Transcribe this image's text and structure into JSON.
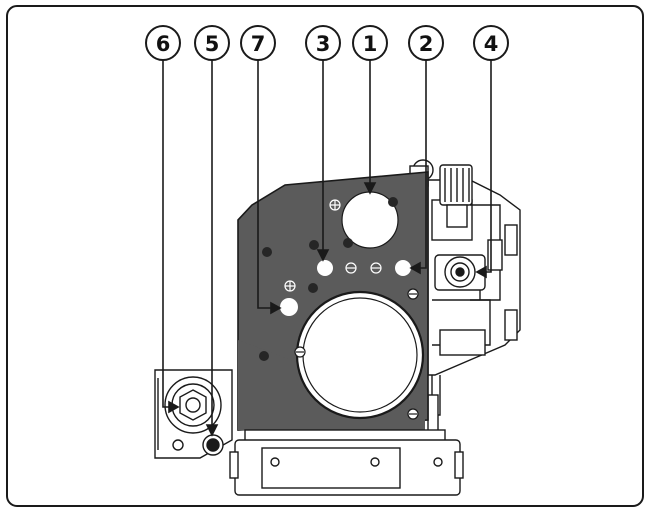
{
  "diagram": {
    "callouts": [
      {
        "id": "6",
        "label": "6"
      },
      {
        "id": "5",
        "label": "5"
      },
      {
        "id": "7",
        "label": "7"
      },
      {
        "id": "3",
        "label": "3"
      },
      {
        "id": "1",
        "label": "1"
      },
      {
        "id": "2",
        "label": "2"
      },
      {
        "id": "4",
        "label": "4"
      }
    ],
    "colors": {
      "plate": "#5b5b5b",
      "hole": "#ffffff",
      "dot": "#262626",
      "line": "#1a1a1a",
      "frame": "#1a1a1a"
    }
  }
}
